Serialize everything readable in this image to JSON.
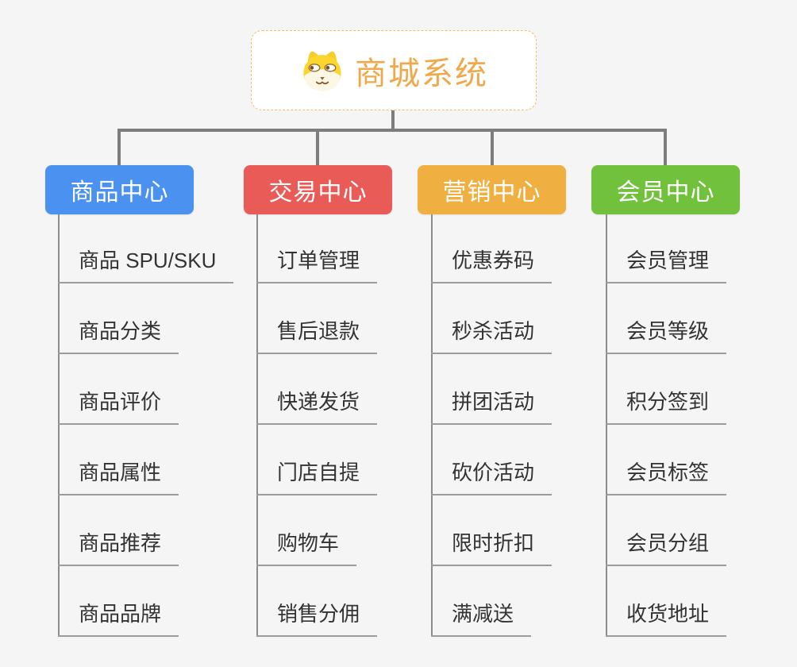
{
  "root": {
    "title": "商城系统"
  },
  "icons": {
    "root_logo": "dog-icon"
  },
  "branches": [
    {
      "id": "product-center",
      "label": "商品中心",
      "color": "#4B92F0",
      "items": [
        "商品 SPU/SKU",
        "商品分类",
        "商品评价",
        "商品属性",
        "商品推荐",
        "商品品牌"
      ]
    },
    {
      "id": "trade-center",
      "label": "交易中心",
      "color": "#E95B57",
      "items": [
        "订单管理",
        "售后退款",
        "快递发货",
        "门店自提",
        "购物车",
        "销售分佣"
      ]
    },
    {
      "id": "marketing-center",
      "label": "营销中心",
      "color": "#EFB041",
      "items": [
        "优惠券码",
        "秒杀活动",
        "拼团活动",
        "砍价活动",
        "限时折扣",
        "满减送"
      ]
    },
    {
      "id": "member-center",
      "label": "会员中心",
      "color": "#71C13C",
      "items": [
        "会员管理",
        "会员等级",
        "积分签到",
        "会员标签",
        "会员分组",
        "收货地址"
      ]
    }
  ],
  "colors": {
    "background": "#F5F5F5",
    "connector": "#7D7D7D",
    "spine": "#8C8C8C",
    "leaf_line": "#9C9C9C",
    "leaf_text": "#333333",
    "root_text": "#F0A84A",
    "root_border": "#F2BC5E",
    "root_bg": "#FFFFFF"
  }
}
